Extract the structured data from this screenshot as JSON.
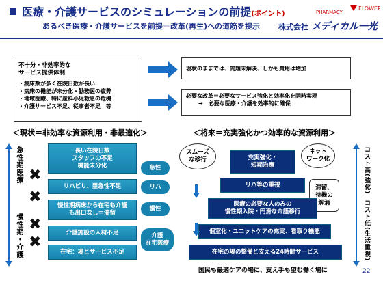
{
  "header": {
    "title": "医療・介護サービスのシミュレーションの前提",
    "title_note": "(ポイント)",
    "subtitle": "あるべき医療・介護サービスを前提＝改革(再生)への道筋を提示",
    "company_prefix": "株式会社",
    "company_name": "メディカル一光",
    "logo_left": "PHARMACY",
    "logo_right": "FLOWER"
  },
  "top_left_box": {
    "heading_1": "不十分・非効率的な",
    "heading_2": "サービス提供体制",
    "items": [
      "・病床数が多く在院日数が長い",
      "・病床の機能が未分化・勤務医の疲弊",
      "・地域医療、特に産科小児救急の危機",
      "・介護サービス不足、従事者不足　等"
    ]
  },
  "top_right": {
    "box1": "現状のままでは、問題未解決、しかも費用は増加",
    "box2_line1": "必要な改革＝必要なサービス強化と効率化を同時実現",
    "box2_line2": "→　必要な医療・介護を効率的に確保"
  },
  "left_section": {
    "title": "＜現状＝非効率な資源利用・非最適化＞",
    "side_label_top": "急性期医療",
    "side_label_bottom": "慢性期・介護",
    "boxes": [
      {
        "l1": "長い在院日数",
        "l2": "スタッフの不足",
        "l3": "機能未分化"
      },
      {
        "l1": "リハビリ、亜急性不足"
      },
      {
        "l1": "慢性期病床から在宅も介護",
        "l2": "も出口なし＝滞留"
      },
      {
        "l1": "介護施設の人材不足"
      },
      {
        "l1": "在宅：場とサービス不足"
      }
    ],
    "ovals": [
      "急性",
      "リハ",
      "慢性",
      "介護\n在宅医療"
    ],
    "x_mark": "✖"
  },
  "right_section": {
    "title": "＜将来＝充実強化かつ効率的な資源利用＞",
    "side_label_top": "コスト高(強化)",
    "side_label_bottom": "コスト低(生活重視)",
    "callout_smooth": "スムーズ\nな移行",
    "callout_network": "ネット\nワーク化",
    "callout_stay": "滞留、\n待機の\n解消",
    "pyramid": [
      "充実強化・\n短期治療",
      "リハ等の重視",
      "医療の必要な人のみの\n慢性期入院・円滑な介護移行",
      "個室化・ユニットケアの充実、看取り機能",
      "在宅の場の整備と支える24時間サービス"
    ]
  },
  "footer": {
    "text": "国民も最適ケアの場に、支え手も望む働く場に",
    "page": "22"
  },
  "colors": {
    "navy": "#1a2f8a",
    "teal": "#1782ad",
    "arrow_blue": "#1a6fc4"
  }
}
